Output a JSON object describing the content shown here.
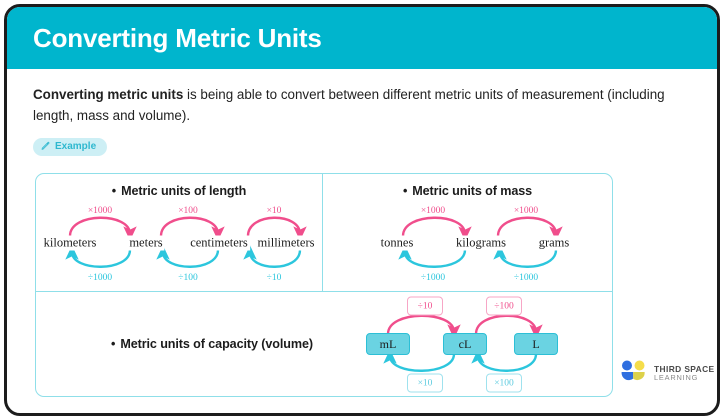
{
  "header": {
    "title": "Converting Metric Units",
    "background_color": "#00b5cd",
    "text_color": "#ffffff"
  },
  "intro": {
    "lead_bold": "Converting metric units",
    "rest": " is being able to convert between different metric units of measurement (including length, mass and volume).",
    "badge_label": "Example",
    "badge_icon": "pencil-icon"
  },
  "colors": {
    "accent_cyan": "#00b5cd",
    "arrow_pink": "#f04e8c",
    "arrow_cyan": "#2cc6dd",
    "card_border": "#8fdfe9",
    "box_fill": "#6ad3e2",
    "badge_bg": "#cdeff5"
  },
  "diagrams": {
    "length": {
      "heading": "Metric units of length",
      "bullet": "•",
      "units": [
        "kilometers",
        "meters",
        "centimeters",
        "millimeters"
      ],
      "multiply_labels": [
        "×1000",
        "×100",
        "×10"
      ],
      "divide_labels": [
        "÷1000",
        "÷100",
        "÷10"
      ]
    },
    "mass": {
      "heading": "Metric units of mass",
      "bullet": "•",
      "units": [
        "tonnes",
        "kilograms",
        "grams"
      ],
      "multiply_labels": [
        "×1000",
        "×1000"
      ],
      "divide_labels": [
        "÷1000",
        "÷1000"
      ]
    },
    "volume": {
      "heading": "Metric units of capacity (volume)",
      "bullet": "•",
      "units": [
        "mL",
        "cL",
        "L"
      ],
      "top_labels": [
        "÷10",
        "÷100"
      ],
      "bottom_labels": [
        "×10",
        "×100"
      ]
    }
  },
  "logo": {
    "line1": "THIRD SPACE",
    "line2": "LEARNING",
    "dot_blue": "#2f6fe0",
    "dot_yellow": "#f5dd4b",
    "arc_blue": "#2f6fe0",
    "arc_yellow": "#ddd14a"
  }
}
